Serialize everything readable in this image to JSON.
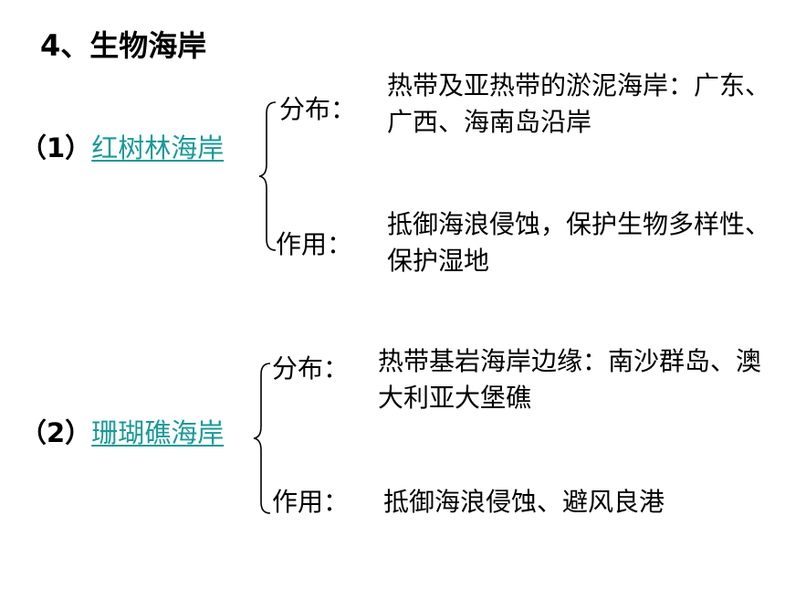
{
  "title": "4、生物海岸",
  "items": [
    {
      "number": "（1）",
      "link_text": "红树林海岸",
      "rows": [
        {
          "label": "分布：",
          "text": "热带及亚热带的淤泥海岸：广东、广西、海南岛沿岸"
        },
        {
          "label": "作用：",
          "text": "抵御海浪侵蚀，保护生物多样性、保护湿地"
        }
      ]
    },
    {
      "number": "（2）",
      "link_text": "珊瑚礁海岸",
      "rows": [
        {
          "label": "分布：",
          "text": "热带基岩海岸边缘：南沙群岛、澳大利亚大堡礁"
        },
        {
          "label": "作用：",
          "text": "抵御海浪侵蚀、避风良港"
        }
      ]
    }
  ]
}
